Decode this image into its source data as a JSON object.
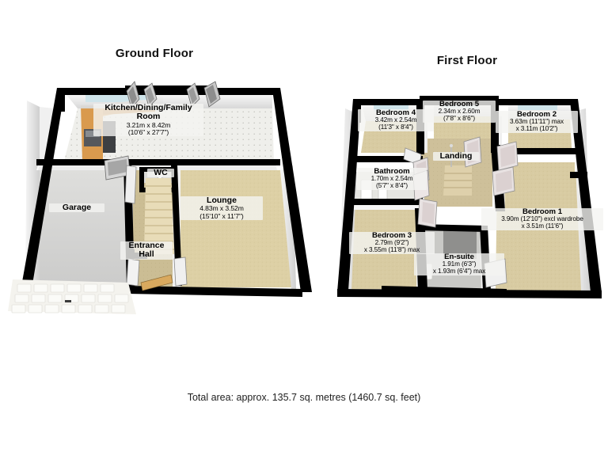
{
  "document": {
    "type": "floor-plan",
    "total_area": "Total area: approx. 135.7 sq. metres (1460.7 sq. feet)"
  },
  "floors": [
    {
      "id": "ground",
      "title": "Ground Floor",
      "rooms": [
        {
          "key": "kitchen",
          "name": "Kitchen/Dining/Family Room",
          "name_line1": "Kitchen/Dining/Family",
          "name_line2": "Room",
          "dim_metric": "3.21m x 8.42m",
          "dim_imperial": "(10'6\" x 27'7\")",
          "floor_color": "#eeeeea"
        },
        {
          "key": "lounge",
          "name": "Lounge",
          "dim_metric": "4.83m x 3.52m",
          "dim_imperial": "(15'10\" x 11'7\")",
          "floor_color": "#ddd0a5"
        },
        {
          "key": "garage",
          "name": "Garage",
          "dim_metric": "",
          "dim_imperial": "",
          "floor_color": "#d4d4d2"
        },
        {
          "key": "entrance-hall",
          "name": "Entrance Hall",
          "name_line1": "Entrance",
          "name_line2": "Hall",
          "dim_metric": "",
          "dim_imperial": "",
          "floor_color": "#cbbd94"
        },
        {
          "key": "wc",
          "name": "WC",
          "dim_metric": "",
          "dim_imperial": "",
          "floor_color": "#d8d8d4"
        }
      ]
    },
    {
      "id": "first",
      "title": "First Floor",
      "rooms": [
        {
          "key": "bedroom-4",
          "name": "Bedroom 4",
          "dim_metric": "3.42m x 2.54m",
          "dim_imperial": "(11'3\" x 8'4\")",
          "floor_color": "#d8cba2"
        },
        {
          "key": "bedroom-5",
          "name": "Bedroom 5",
          "dim_metric": "2.34m x 2.60m",
          "dim_imperial": "(7'8\" x 8'6\")",
          "floor_color": "#d8cba2"
        },
        {
          "key": "bedroom-2",
          "name": "Bedroom 2",
          "dim_metric": "3.63m (11'11\") max",
          "dim_imperial": "x 3.11m (10'2\")",
          "floor_color": "#d8cba2"
        },
        {
          "key": "bathroom",
          "name": "Bathroom",
          "dim_metric": "1.70m x 2.54m",
          "dim_imperial": "(5'7\" x 8'4\")",
          "floor_color": "#e4e4e0"
        },
        {
          "key": "landing",
          "name": "Landing",
          "dim_metric": "",
          "dim_imperial": "",
          "floor_color": "#cec09a"
        },
        {
          "key": "bedroom-3",
          "name": "Bedroom 3",
          "dim_metric": "2.79m (9'2\")",
          "dim_imperial": "x 3.55m (11'8\") max",
          "floor_color": "#d8cba2"
        },
        {
          "key": "bedroom-1",
          "name": "Bedroom 1",
          "dim_metric": "3.90m (12'10\") excl wardrobe",
          "dim_imperial": "x 3.51m (11'6\")",
          "floor_color": "#d8cba2"
        },
        {
          "key": "en-suite",
          "name": "En-suite",
          "dim_metric": "1.91m (6'3\")",
          "dim_imperial": "x 1.93m (6'4\") max",
          "floor_color": "#c9c9c6"
        }
      ]
    }
  ],
  "colors": {
    "wall": "#000000",
    "wall_inner_face": "#ffffff",
    "wall_side_shade": "#bfbfbf",
    "carpet_beige": "#d8cba2",
    "carpet_lounge": "#ddd0a5",
    "tile_light": "#eeeeea",
    "garage_floor": "#d4d4d2",
    "kitchen_units": "#d99a4e",
    "stair_tread": "#e8dcb8",
    "window_glass": "#cfe4ea",
    "driveway": "#f2f1ec",
    "door_panel": "#9a9a9a",
    "label_bg": "#f4f4f1"
  }
}
